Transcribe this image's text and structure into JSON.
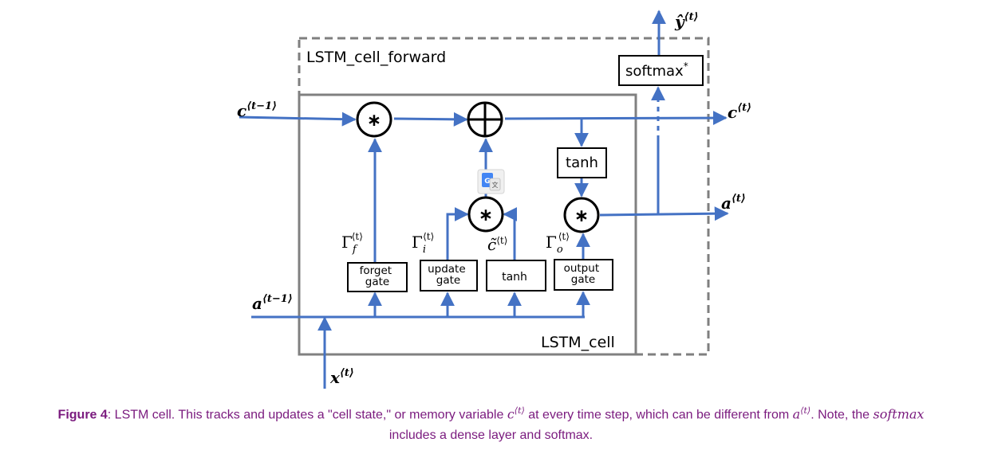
{
  "diagram": {
    "outer_label": "LSTM_cell_forward",
    "inner_label": "LSTM_cell",
    "softmax_label": "softmax",
    "softmax_sup": "*",
    "tanh_top": "tanh",
    "tanh_bottom": "tanh",
    "forget_gate": [
      "forget",
      "gate"
    ],
    "update_gate": [
      "update",
      "gate"
    ],
    "output_gate": [
      "output",
      "gate"
    ],
    "multiply_symbol": "∗",
    "y_hat": "ŷ",
    "sup_t": "⟨t⟩",
    "sup_t_minus_1": "⟨t−1⟩",
    "gamma": "Γ",
    "c_tilde": "c̃",
    "sub_f": "f",
    "sub_i": "i",
    "sub_o": "o",
    "c_prev": "c",
    "c_next": "c",
    "a_prev": "a",
    "a_next": "a",
    "x_in": "x",
    "translate_icon": "google-translate-icon",
    "colors": {
      "arrow": "#4472c4",
      "box": "#808080",
      "caption": "#7a1a7e"
    }
  },
  "caption": {
    "figure_label": "Figure 4",
    "text_1": ": LSTM cell. This tracks and updates a \"cell state,\" or memory variable ",
    "var_c": "c",
    "sup_t": "⟨t⟩",
    "text_2": " at every time step, which can be different from ",
    "var_a": "a",
    "text_3": ". Note, the ",
    "softmax_word": "softmax",
    "text_4": "includes a dense layer and softmax."
  }
}
